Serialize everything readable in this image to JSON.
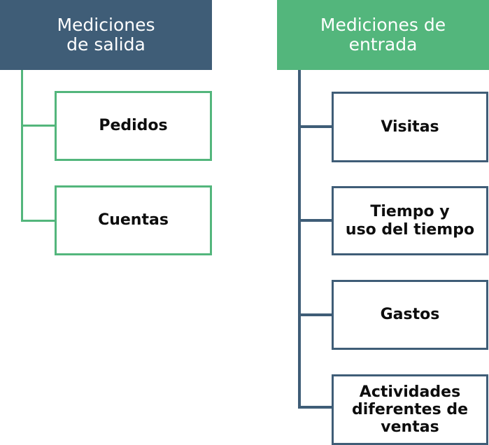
{
  "diagram": {
    "title_hidden": "",
    "colors": {
      "output_header_bg": "#3F5D77",
      "input_header_bg": "#53B67C",
      "output_node_border": "#53B67C",
      "input_node_border": "#3F5D77",
      "header_text": "#ffffff",
      "node_text": "#0d0d0d",
      "page_bg": "#ffffff"
    },
    "branches": [
      {
        "id": "output",
        "header": {
          "label": "Mediciones\nde salida",
          "line1": "Mediciones",
          "line2": "de salida"
        },
        "nodes": [
          {
            "id": "pedidos",
            "label": "Pedidos"
          },
          {
            "id": "cuentas",
            "label": "Cuentas"
          }
        ]
      },
      {
        "id": "input",
        "header": {
          "label": "Mediciones de\nentrada",
          "line1": "Mediciones de",
          "line2": "entrada"
        },
        "nodes": [
          {
            "id": "visitas",
            "label": "Visitas"
          },
          {
            "id": "tiempo",
            "label": "Tiempo y\nuso del tiempo"
          },
          {
            "id": "gastos",
            "label": "Gastos"
          },
          {
            "id": "actividades",
            "label": "Actividades\ndiferentes de\nventas"
          }
        ]
      }
    ]
  }
}
